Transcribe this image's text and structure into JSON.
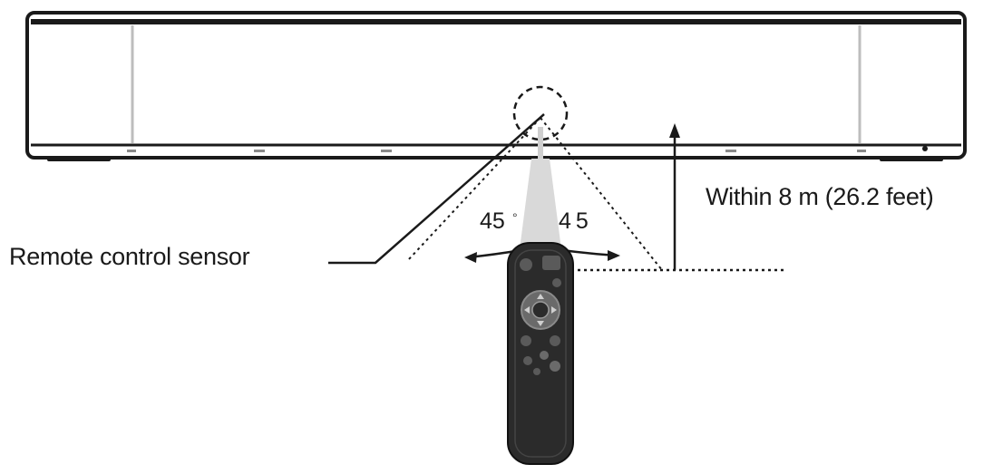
{
  "labels": {
    "sensor": "Remote control sensor",
    "distance": "Within 8 m (26.2 feet)",
    "angle_left": "45",
    "angle_right": "45",
    "degree_mark": "°"
  },
  "colors": {
    "line": "#1a1a1a",
    "soundbar_fill": "#ffffff",
    "soundbar_shade": "#e8e8e8",
    "remote_body": "#2b2b2b",
    "remote_button": "#5a5a5a",
    "beam": "#d9d9d9"
  },
  "icons": {
    "sensor_circle": "dashed-circle-icon",
    "remote": "remote-control-icon",
    "arrow_up": "arrow-up-icon"
  }
}
